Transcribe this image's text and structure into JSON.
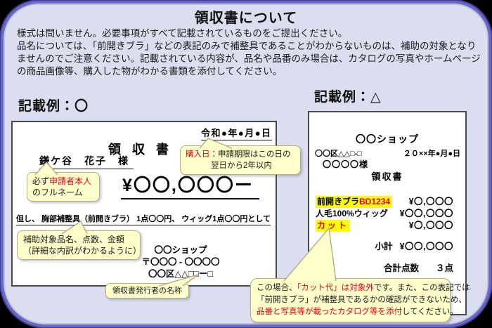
{
  "colors": {
    "panel_bg": "#dbdeef",
    "panel_border": "#6a68c2",
    "accent_red": "#e60012",
    "highlight_yellow": "#ffff00",
    "callout_bg": "#ffffcc"
  },
  "header": {
    "title": "領収書について"
  },
  "intro": {
    "lines": [
      "様式は問いません。必要事項がすべて記載されているものをご提出ください。",
      "品名については、「前開きブラ」などの表記のみで補整具であることがわからないものは、補助の対象となり",
      "ませんのでご注意ください。記載されている内容が、品名や品番のみ場合は、カタログの写真やホームページ",
      "の商品画像等、購入した物がわかる書類を添付してください。"
    ]
  },
  "good_example": {
    "heading": "記載例：〇",
    "receipt_date": "令和●年●月●日",
    "receipt_title": "領収書",
    "payee_name": "鎌ケ谷　花子　様",
    "amount": "¥〇〇,〇〇〇ー",
    "breakdown_line": "但し、 胸部補整具（前開きブラ） 1点〇〇円、 ウィッグ1点〇〇円として",
    "shop_name": "〇〇ショップ",
    "shop_postal": "〒〇〇〇 - 〇〇〇〇",
    "shop_address": "〇〇区△△□□ー□",
    "callout_name": {
      "black1": "必ず",
      "red1": "申請者本人",
      "line2": "のフルネーム"
    },
    "callout_date": {
      "red1": "購入日",
      "black1": "：申請期限はこの日の",
      "line2": "翌日から2年以内"
    },
    "callout_breakdown": {
      "line1": "補助対象品名、点数、金額",
      "line2": "（詳細な内訳がわかるように）"
    },
    "callout_issuer": {
      "text": "領収書発行者の名称"
    }
  },
  "partial_example": {
    "heading": "記載例：△",
    "shop_name": "〇〇ショップ",
    "shop_address": "〇〇区△△□-□",
    "date": "２０××年●月●日",
    "customer": "〇〇〇〇様",
    "receipt_title": "領収書",
    "items": [
      {
        "name_black": "前開きブラ",
        "name_red": "BD1234",
        "price": "¥〇,〇〇〇"
      },
      {
        "name_black": "人毛100%ウィッグ",
        "name_red": "",
        "price": "¥〇〇,〇〇〇"
      },
      {
        "name_black": "",
        "name_red": "カット",
        "price": "¥〇,〇〇〇"
      }
    ],
    "subtotal_label": "小計",
    "subtotal_value": "¥〇〇,〇〇〇",
    "total_label": "合計点数",
    "total_value": "３点",
    "callout_warning": {
      "black1": "この場合、",
      "red1": "「カット代」は対象外",
      "black2": "です。また、この表記では",
      "line2": "「前開きブラ」が補整具であるかの確認ができないため、",
      "red2": "品番と写真等が載ったカタログ等を添付",
      "black3": "してください。"
    }
  }
}
